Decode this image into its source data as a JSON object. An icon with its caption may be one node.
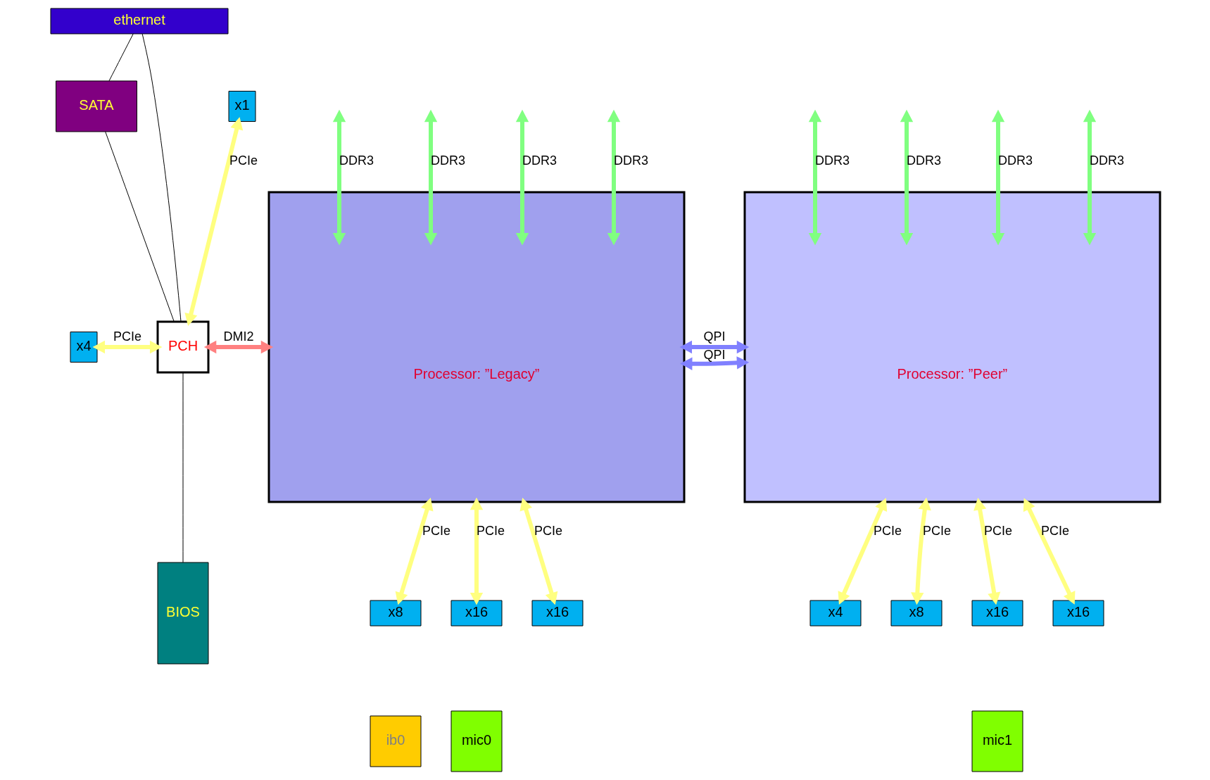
{
  "diagram": {
    "nodes": [
      {
        "text": [
          "ethernet"
        ]
      },
      {
        "text": [
          "SATA"
        ]
      },
      {
        "text": [
          "x1"
        ]
      },
      {
        "text": [
          "x4"
        ]
      },
      {
        "text": [
          "PCH"
        ]
      },
      {
        "text": [
          "BIOS"
        ]
      },
      {
        "text": [
          "Processor: ”Legacy”"
        ]
      },
      {
        "text": [
          "Processor: ”Peer”"
        ]
      },
      {
        "text": [
          "x8"
        ]
      },
      {
        "text": [
          "ib0"
        ]
      },
      {
        "text": [
          "x16"
        ]
      },
      {
        "text": [
          "mic0"
        ]
      },
      {
        "text": [
          "x16"
        ]
      },
      {
        "text": [
          "x4"
        ]
      },
      {
        "text": [
          "x8"
        ]
      },
      {
        "text": [
          "x16"
        ]
      },
      {
        "text": [
          "mic1"
        ]
      },
      {
        "text": [
          "x16"
        ]
      }
    ],
    "edges": [
      {
        "from": 0,
        "to": 1,
        "arrow": "none",
        "color": "#000000"
      },
      {
        "from": 0,
        "to": 4,
        "arrow": "none",
        "color": "#000000"
      },
      {
        "from": 1,
        "to": 4,
        "arrow": "none",
        "color": "#000000"
      },
      {
        "from": 2,
        "to": 4,
        "arrow": "both",
        "label": "PCIe",
        "color": "#ffff80"
      },
      {
        "from": 3,
        "to": 4,
        "arrow": "both",
        "label": "PCIe",
        "color": "#ffff80"
      },
      {
        "from": 4,
        "to": 5,
        "arrow": "none",
        "color": "#000000"
      },
      {
        "from": 4,
        "to": 6,
        "arrow": "both",
        "label": "DMI2",
        "color": "#ff8080"
      },
      {
        "from": 6,
        "to": null,
        "arrow": "both",
        "label": "DDR3",
        "color": "#80ff80"
      },
      {
        "from": 6,
        "to": null,
        "arrow": "both",
        "label": "DDR3",
        "color": "#80ff80"
      },
      {
        "from": 6,
        "to": null,
        "arrow": "both",
        "label": "DDR3",
        "color": "#80ff80"
      },
      {
        "from": 6,
        "to": null,
        "arrow": "both",
        "label": "DDR3",
        "color": "#80ff80"
      },
      {
        "from": 7,
        "to": null,
        "arrow": "both",
        "label": "DDR3",
        "color": "#80ff80"
      },
      {
        "from": 7,
        "to": null,
        "arrow": "both",
        "label": "DDR3",
        "color": "#80ff80"
      },
      {
        "from": 7,
        "to": null,
        "arrow": "both",
        "label": "DDR3",
        "color": "#80ff80"
      },
      {
        "from": 7,
        "to": null,
        "arrow": "both",
        "label": "DDR3",
        "color": "#80ff80"
      },
      {
        "from": 6,
        "to": 7,
        "arrow": "both",
        "label": "QPI",
        "color": "#8080ff"
      },
      {
        "from": 6,
        "to": 7,
        "arrow": "both",
        "label": "QPI",
        "color": "#8080ff"
      },
      {
        "from": 6,
        "to": 8,
        "arrow": "both",
        "label": "PCIe",
        "color": "#ffff80"
      },
      {
        "from": 6,
        "to": 10,
        "arrow": "both",
        "label": "PCIe",
        "color": "#ffff80"
      },
      {
        "from": 6,
        "to": 12,
        "arrow": "both",
        "label": "PCIe",
        "color": "#ffff80"
      },
      {
        "from": 7,
        "to": 13,
        "arrow": "both",
        "label": "PCIe",
        "color": "#ffff80"
      },
      {
        "from": 7,
        "to": 14,
        "arrow": "both",
        "label": "PCIe",
        "color": "#ffff80"
      },
      {
        "from": 7,
        "to": 15,
        "arrow": "both",
        "label": "PCIe",
        "color": "#ffff80"
      },
      {
        "from": 7,
        "to": 17,
        "arrow": "both",
        "label": "PCIe",
        "color": "#ffff80"
      }
    ]
  }
}
